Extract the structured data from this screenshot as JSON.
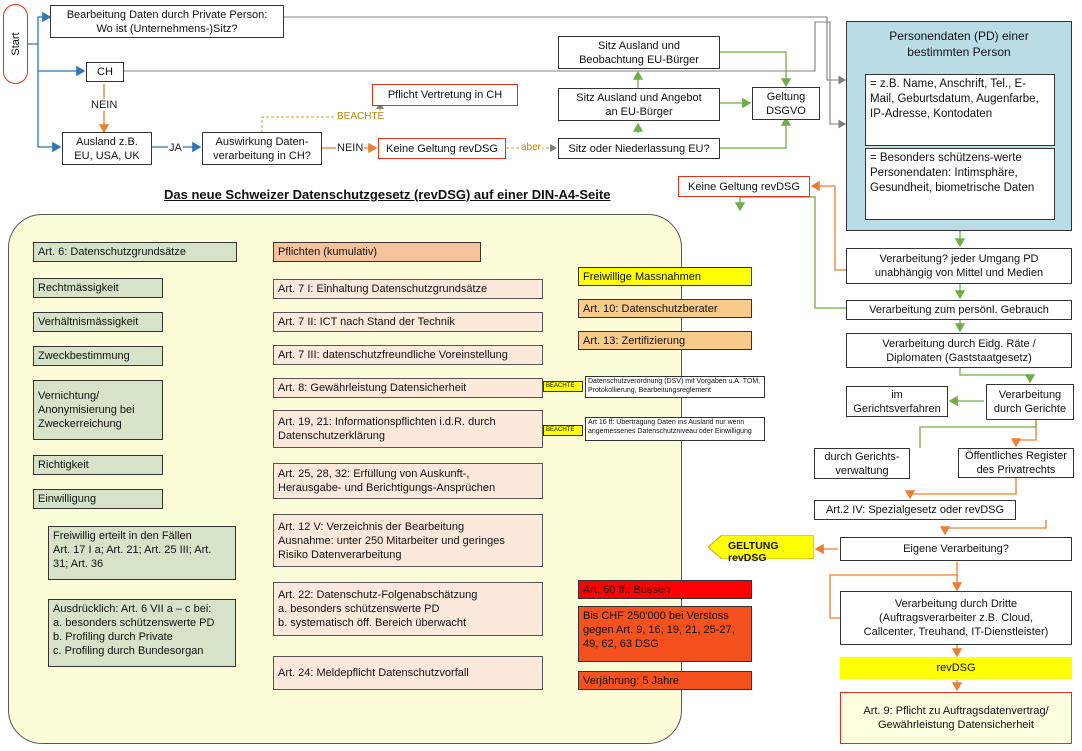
{
  "start": "Start",
  "title": "Das neue Schweizer Datenschutzgesetz (revDSG) auf einer DIN-A4-Seite",
  "flow": {
    "q_sitz": "Bearbeitung Daten durch Private Person:\nWo ist (Unternehmens-)Sitz?",
    "ch": "CH",
    "nein1": "NEIN",
    "ausland": "Ausland z.B.\nEU, USA, UK",
    "ja": "JA",
    "auswirkung": "Auswirkung Daten-\nverarbeitung in CH?",
    "nein2": "NEIN",
    "beachte": "BEACHTE",
    "pflicht_vertretung": "Pflicht Vertretung in CH",
    "keine_geltung1": "Keine Geltung revDSG",
    "aber": "aber",
    "sitz_niederlassung": "Sitz oder Niederlassung EU?",
    "sitz_beobachtung": "Sitz Ausland und\nBeobachtung EU-Bürger",
    "sitz_angebot": "Sitz Ausland und Angebot\nan EU-Bürger",
    "geltung_dsgvo": "Geltung\nDSGVO"
  },
  "personendaten": {
    "title": "Personendaten (PD) einer\nbestimmten Person",
    "box1": "= z.B. Name, Anschrift, Tel., E-Mail, Geburtsdatum, Augenfarbe, IP-Adresse, Kontodaten",
    "box2": "= Besonders schützens-werte Personendaten: Intimsphäre, Gesundheit, biometrische Daten"
  },
  "right": {
    "keine_geltung2": "Keine Geltung revDSG",
    "verarbeitung_jeder": "Verarbeitung? jeder Umgang PD\nunabhängig von Mittel und Medien",
    "persoenl": "Verarbeitung zum persönl. Gebrauch",
    "eidg": "Verarbeitung durch Eidg. Räte /\nDiplomaten (Gaststaatgesetz)",
    "im_gericht": "im\nGerichtsverfahren",
    "durch_gerichte": "Verarbeitung\ndurch Gerichte",
    "gerichtsverwaltung": "durch Gerichts-\nverwaltung",
    "register": "Öffentliches Register\ndes Privatrechts",
    "art2": "Art.2 IV: Spezialgesetz oder revDSG",
    "eigene": "Eigene Verarbeitung?",
    "geltung_banner": "GELTUNG revDSG",
    "dritte": "Verarbeitung durch Dritte\n(Auftragsverarbeiter z.B. Cloud,\nCallcenter, Treuhand, IT-Dienstleister)",
    "revdsg_bar": "revDSG",
    "art9": "Art. 9: Pflicht zu Auftragsdatenvertrag/\nGewährleistung Datensicherheit"
  },
  "grundsaetze": {
    "header": "Art. 6: Datenschutzgrundsätze",
    "items": [
      "Rechtmässigkeit",
      "Verhältnismässigkeit",
      "Zweckbestimmung",
      "Vernichtung/\nAnonymisierung bei\nZweckerreichung",
      "Richtigkeit",
      "Einwilligung"
    ],
    "freiwillig": "Freiwillig erteilt in den Fällen\nArt. 17 I a; Art. 21; Art. 25 III; Art.\n31; Art. 36",
    "ausdruecklich": "Ausdrücklich: Art. 6 VII a – c bei:\na. besonders schützenswerte PD\nb. Profiling durch Private\nc. Profiling durch Bundesorgan"
  },
  "pflichten": {
    "header": "Pflichten (kumulativ)",
    "items": [
      "Art. 7 I: Einhaltung Datenschutzgrundsätze",
      "Art. 7 II: ICT nach Stand der Technik",
      "Art. 7 III: datenschutzfreundliche Voreinstellung",
      "Art. 8: Gewährleistung Datensicherheit",
      "Art. 19, 21: Informationspflichten i.d.R. durch\nDatenschutzerklärung",
      "Art. 25, 28, 32: Erfüllung von Auskunft-,\nHerausgabe- und Berichtigungs-Ansprüchen",
      "Art. 12 V: Verzeichnis der Bearbeitung\nAusnahme: unter 250 Mitarbeiter und geringes\nRisiko Datenverarbeitung",
      "Art. 22: Datenschutz-Folgenabschätzung\na. besonders schützenswerte PD\nb. systematisch öff. Bereich überwacht",
      "Art. 24: Meldepflicht Datenschutzvorfall"
    ],
    "beachte_label": "BEACHTE",
    "note_art8": "Datenschutzverordnung (DSV) mit Vorgaben u.A. TOM, Protokollierung, Bearbeitungsreglement",
    "note_art16": "Art 16 ff: Übertragung Daten ins Ausland nur wenn angemessenes Datenschutzniveau oder Einwilligung"
  },
  "freiwillige": {
    "header": "Freiwillige Massnahmen",
    "items": [
      "Art. 10: Datenschutzberater",
      "Art. 13: Zertifizierung"
    ]
  },
  "bussen": {
    "header": "Art. 60 ff.: Bussen",
    "text": "Bis CHF 250'000 bei Verstoss gegen Art. 9, 16, 19, 21, 25-27, 49, 62, 63 DSG",
    "verjaehrung": "Verjährung: 5 Jahre"
  },
  "colors": {
    "green": "#d6e3c8",
    "peach": "#fce9dc",
    "orange_arrow": "#ed7d31",
    "green_arrow": "#70ad47",
    "gray_line": "#7f7f7f",
    "teal_line": "#2e75b6",
    "blue_panel": "#b9dce6",
    "yellow": "#ffff00",
    "red": "#ff0000",
    "panel": "#fcfcd9"
  }
}
